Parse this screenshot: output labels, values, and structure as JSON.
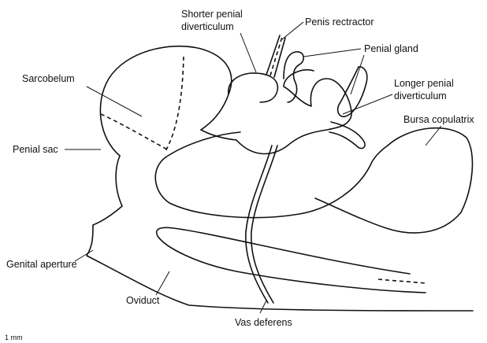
{
  "labels": {
    "shorter_penial_diverticulum": [
      "Shorter penial",
      "diverticulum"
    ],
    "penis_retractor": "Penis rectractor",
    "penial_gland": "Penial gland",
    "sarcobelum": "Sarcobelum",
    "longer_penial_diverticulum": [
      "Longer penial",
      "diverticulum"
    ],
    "bursa_copulatrix": "Bursa copulatrix",
    "penial_sac": "Penial sac",
    "genital_aperture": "Genital aperture",
    "oviduct": "Oviduct",
    "vas_deferens": "Vas deferens",
    "scale": "1 mm"
  }
}
